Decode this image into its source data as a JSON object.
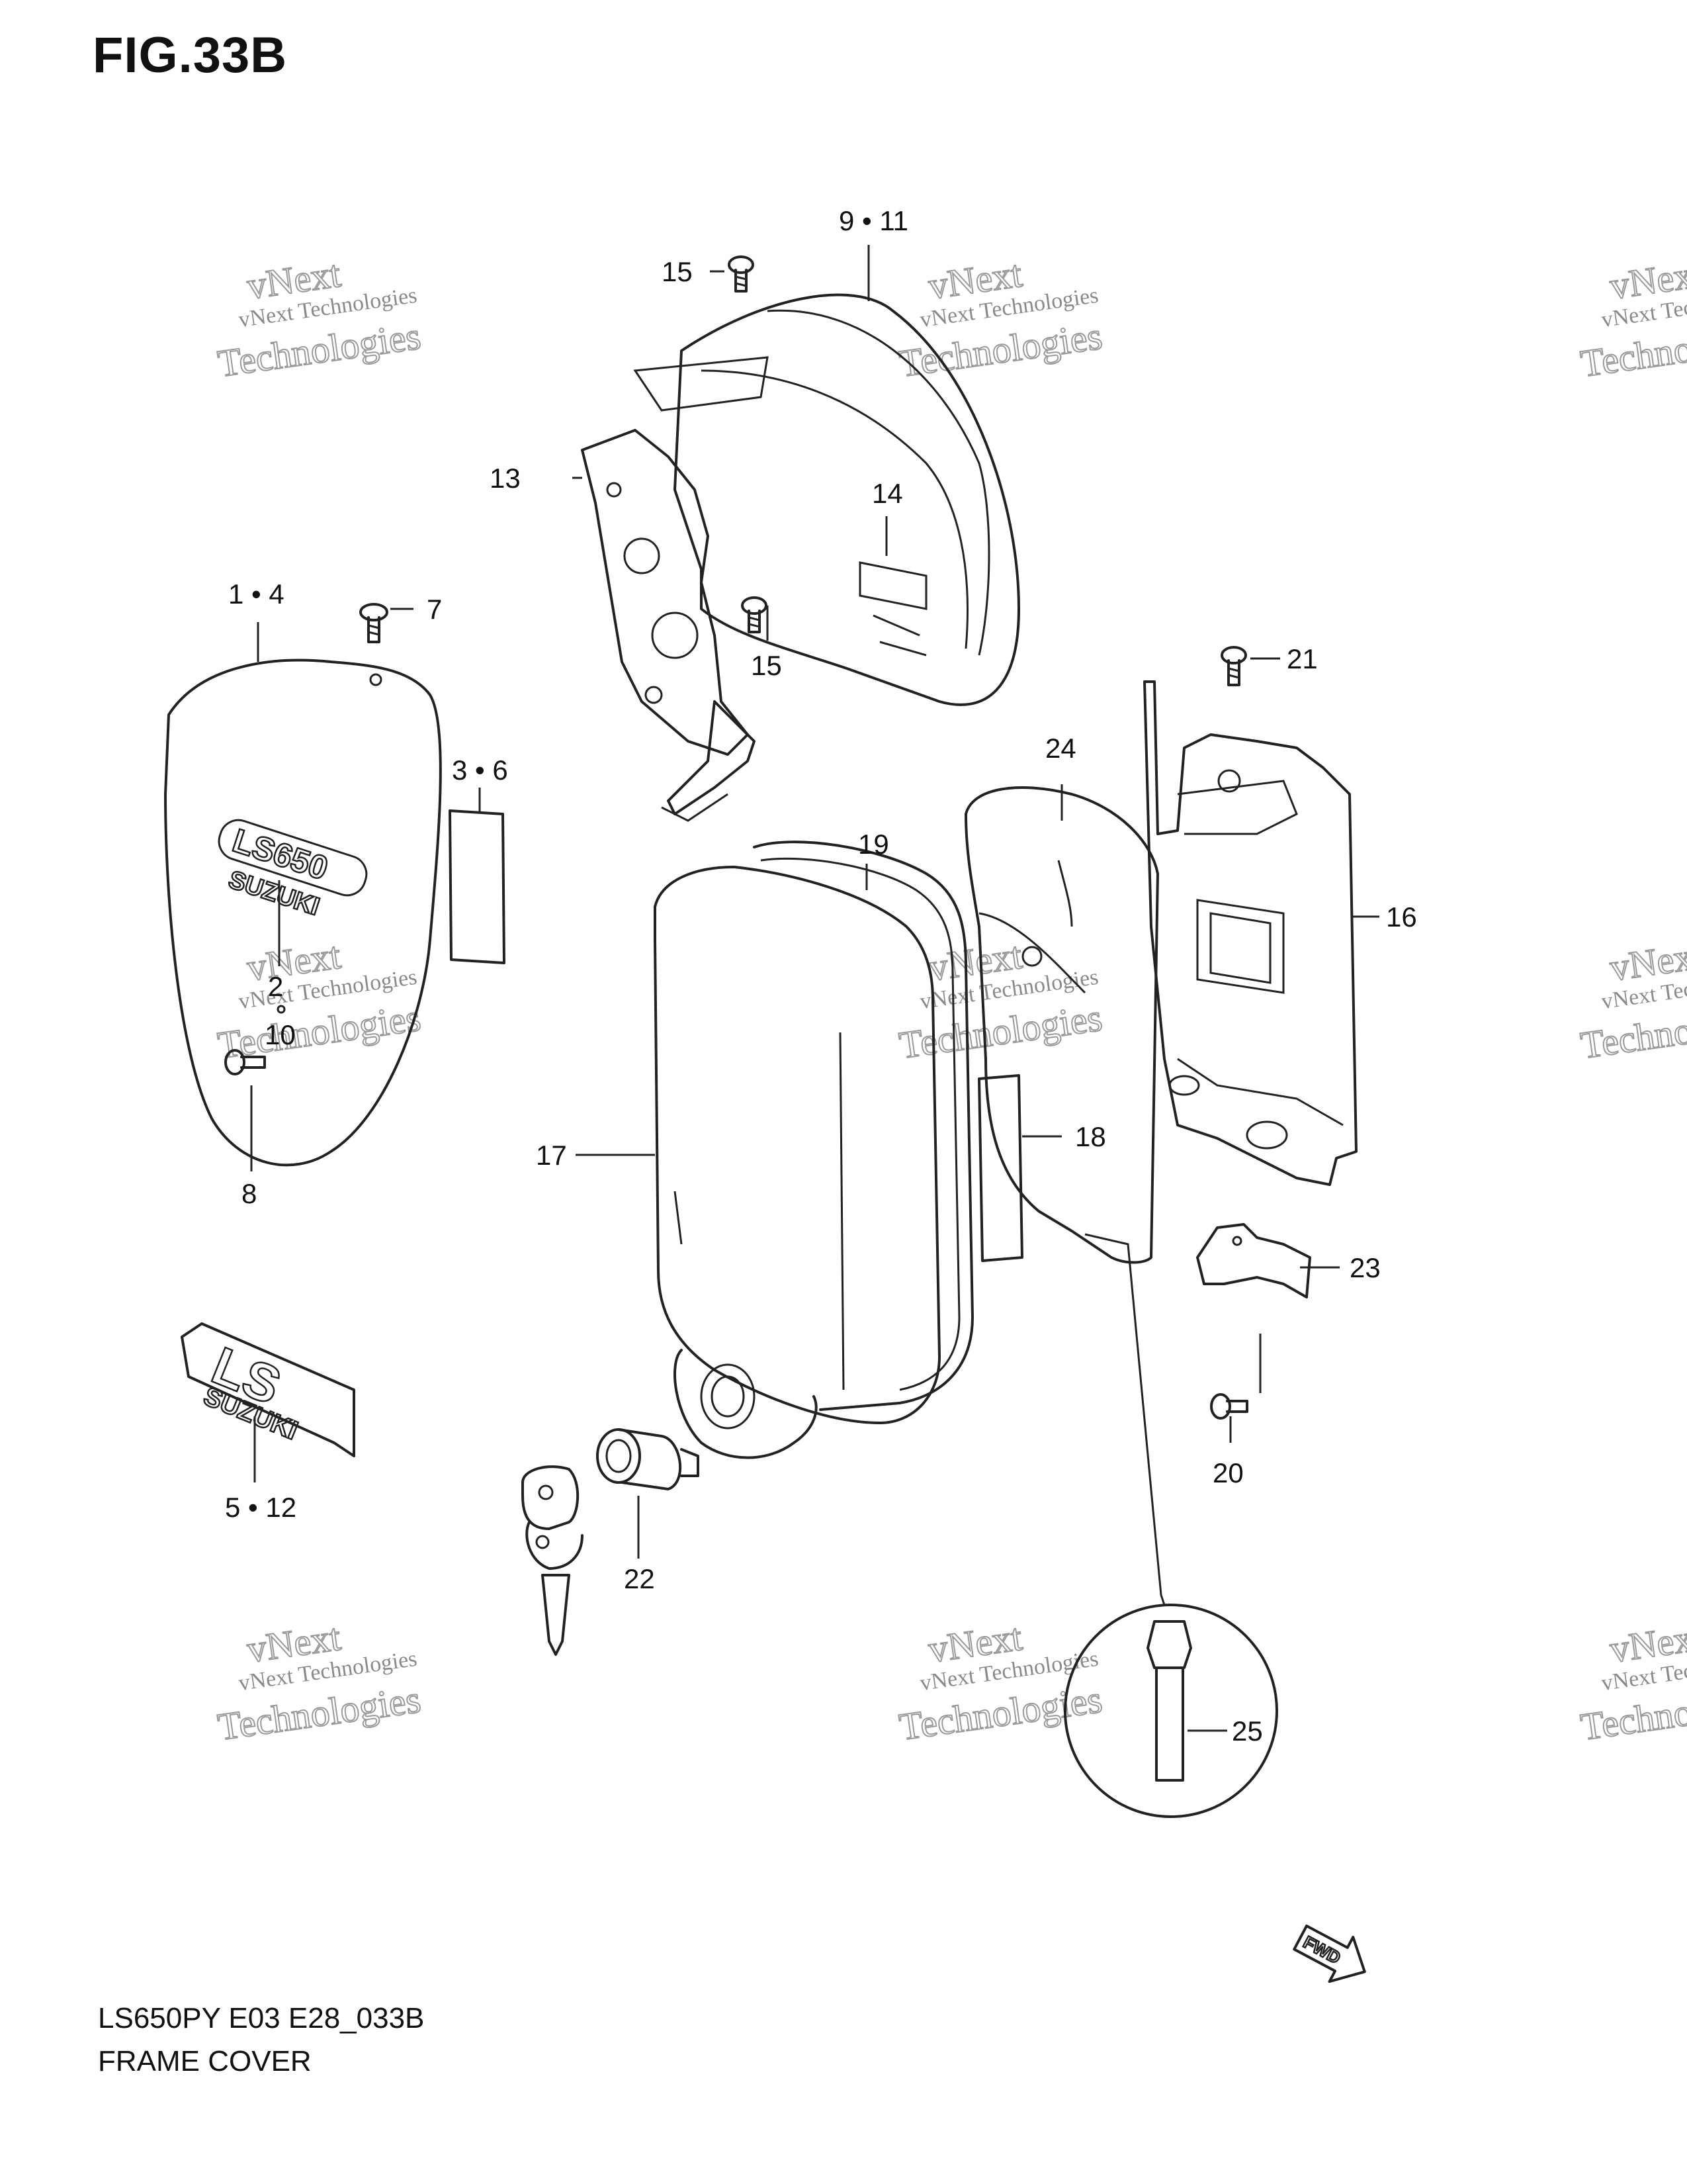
{
  "figure": {
    "title": "FIG.33B",
    "model_code": "LS650PY E03 E28_033B",
    "section_name": "FRAME COVER"
  },
  "watermark": {
    "line1": "vNext Technologies",
    "line2": "Technologies",
    "line3": "vNext"
  },
  "emblems": {
    "side_cover_model": "LS650",
    "side_cover_brand": "SUZUKI",
    "badge_model": "LS",
    "badge_brand": "SUZUKI",
    "fwd_arrow": "FWD"
  },
  "callouts": [
    {
      "id": "c-9-11",
      "text": "9 • 11"
    },
    {
      "id": "c-15a",
      "text": "15"
    },
    {
      "id": "c-13",
      "text": "13"
    },
    {
      "id": "c-14",
      "text": "14"
    },
    {
      "id": "c-15b",
      "text": "15"
    },
    {
      "id": "c-1-4",
      "text": "1 • 4"
    },
    {
      "id": "c-7",
      "text": "7"
    },
    {
      "id": "c-3-6",
      "text": "3 • 6"
    },
    {
      "id": "c-2",
      "text": "2"
    },
    {
      "id": "c-10",
      "text": "10"
    },
    {
      "id": "c-8",
      "text": "8"
    },
    {
      "id": "c-21",
      "text": "21"
    },
    {
      "id": "c-24",
      "text": "24"
    },
    {
      "id": "c-19",
      "text": "19"
    },
    {
      "id": "c-16",
      "text": "16"
    },
    {
      "id": "c-17",
      "text": "17"
    },
    {
      "id": "c-18",
      "text": "18"
    },
    {
      "id": "c-23",
      "text": "23"
    },
    {
      "id": "c-20",
      "text": "20"
    },
    {
      "id": "c-5-12",
      "text": "5 • 12"
    },
    {
      "id": "c-22",
      "text": "22"
    },
    {
      "id": "c-25",
      "text": "25"
    }
  ]
}
